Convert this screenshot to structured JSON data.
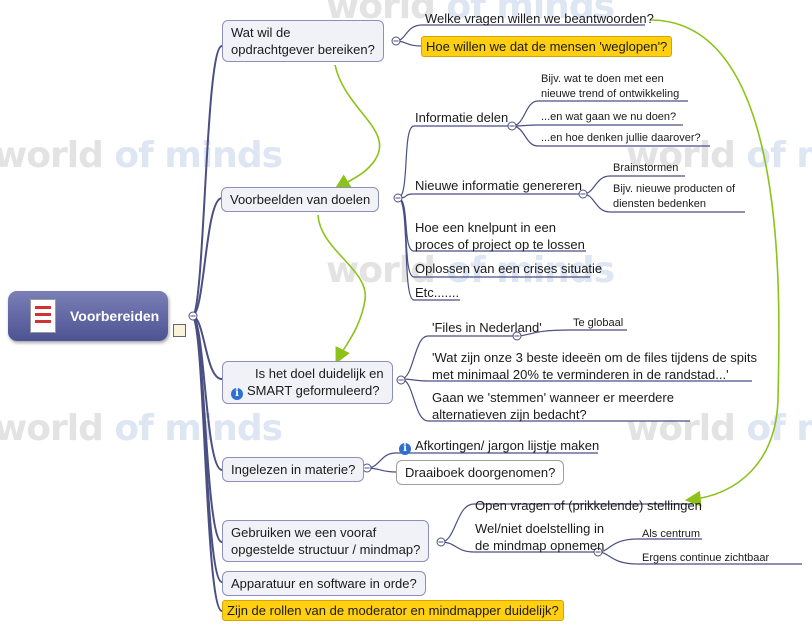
{
  "watermark": {
    "part1": "world",
    "part2": "of minds"
  },
  "root": {
    "label": "Voorbereiden"
  },
  "nodes": {
    "opdrachtgever": {
      "label_line1": "Wat wil de",
      "label_line2": "opdrachtgever bereiken?"
    },
    "vragen": "Welke vragen willen we beantwoorden?",
    "weglopen": "Hoe willen we dat de mensen 'weglopen'?",
    "voorbeelden": "Voorbeelden van doelen",
    "informatie_delen": "Informatie delen",
    "trend_l1": "Bijv. wat te doen met een",
    "trend_l2": "nieuwe trend of ontwikkeling",
    "wat_nu": "...en wat gaan we nu doen?",
    "daarover": "...en hoe denken jullie daarover?",
    "nieuwe_info": "Nieuwe informatie genereren",
    "brainstormen": "Brainstormen",
    "producten_l1": "Bijv. nieuwe producten of",
    "producten_l2": "diensten bedenken",
    "knelpunt_l1": "Hoe een knelpunt in een",
    "knelpunt_l2": "proces of project op te lossen",
    "crises": "Oplossen van een crises situatie",
    "etc": "Etc.......",
    "smart_l1": "Is het doel duidelijk en",
    "smart_l2": "SMART geformuleerd?",
    "files": "'Files in Nederland'",
    "globaal": "Te globaal",
    "ideeen_l1": "'Wat zijn onze 3 beste ideeën om de files tijdens de spits",
    "ideeen_l2": "met minimaal 20% te verminderen in de randstad...'",
    "stemmen_l1": "Gaan we 'stemmen' wanneer er meerdere",
    "stemmen_l2": "alternatieven zijn bedacht?",
    "ingelezen": "Ingelezen in materie?",
    "afkortingen": "Afkortingen/ jargon lijstje maken",
    "draaiboek": "Draaiboek doorgenomen?",
    "structuur_l1": "Gebruiken we een vooraf",
    "structuur_l2": "opgestelde structuur / mindmap?",
    "open_vragen": "Open vragen of (prikkelende) stellingen",
    "doelstelling_l1": "Wel/niet doelstelling in",
    "doelstelling_l2": "de mindmap opnemen",
    "centrum": "Als centrum",
    "zichtbaar": "Ergens continue zichtbaar",
    "apparatuur": "Apparatuur en software in orde?",
    "rollen": "Zijn de rollen van de moderator en mindmapper duidelijk?"
  },
  "colors": {
    "branch": "#4b4f82",
    "arrow": "#8cc21a",
    "highlight": "#ffcf12",
    "root": "#5a5f9e"
  }
}
